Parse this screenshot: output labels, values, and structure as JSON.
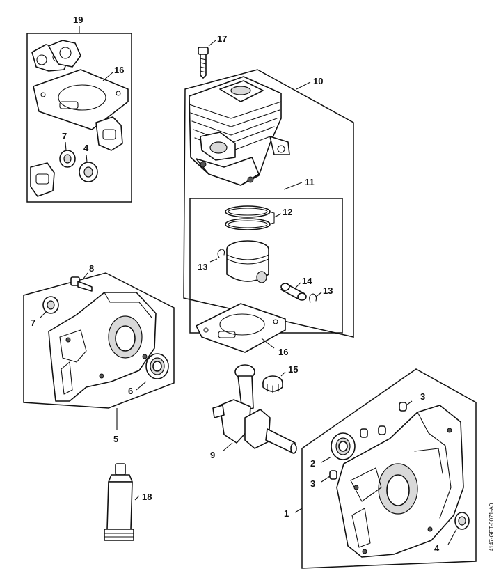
{
  "callouts": {
    "c19": "19",
    "c16a": "16",
    "c7a": "7",
    "c4a": "4",
    "c17": "17",
    "c10": "10",
    "c11": "11",
    "c12": "12",
    "c13a": "13",
    "c14": "14",
    "c13b": "13",
    "c16b": "16",
    "c8": "8",
    "c7b": "7",
    "c6": "6",
    "c5": "5",
    "c15": "15",
    "c9": "9",
    "c3a": "3",
    "c2": "2",
    "c3b": "3",
    "c1": "1",
    "c4b": "4",
    "c18": "18"
  },
  "doc_id": "4147-GET-0071-A0"
}
